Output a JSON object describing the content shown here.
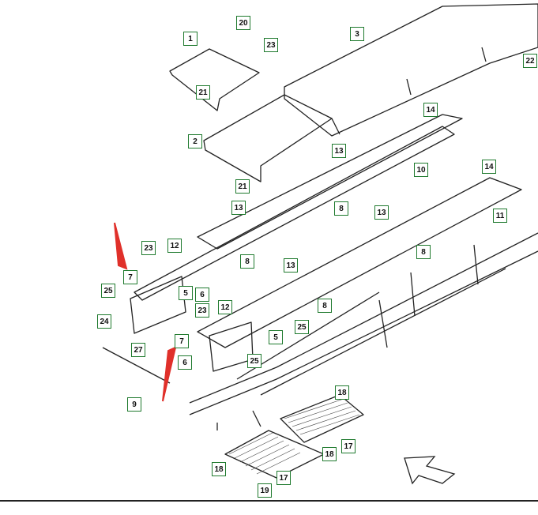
{
  "diagram": {
    "callouts": [
      "1",
      "2",
      "3",
      "5",
      "6",
      "7",
      "8",
      "9",
      "10",
      "11",
      "12",
      "13",
      "14",
      "17",
      "18",
      "19",
      "20",
      "21",
      "22",
      "23",
      "24",
      "25",
      "27"
    ],
    "colors": {
      "callout_border": "#1f7a2e",
      "line_art": "#222222",
      "arrow_red": "#e0302a",
      "background": "#ffffff"
    },
    "icons": [
      "red-arrow-icon",
      "direction-arrow-icon"
    ]
  }
}
